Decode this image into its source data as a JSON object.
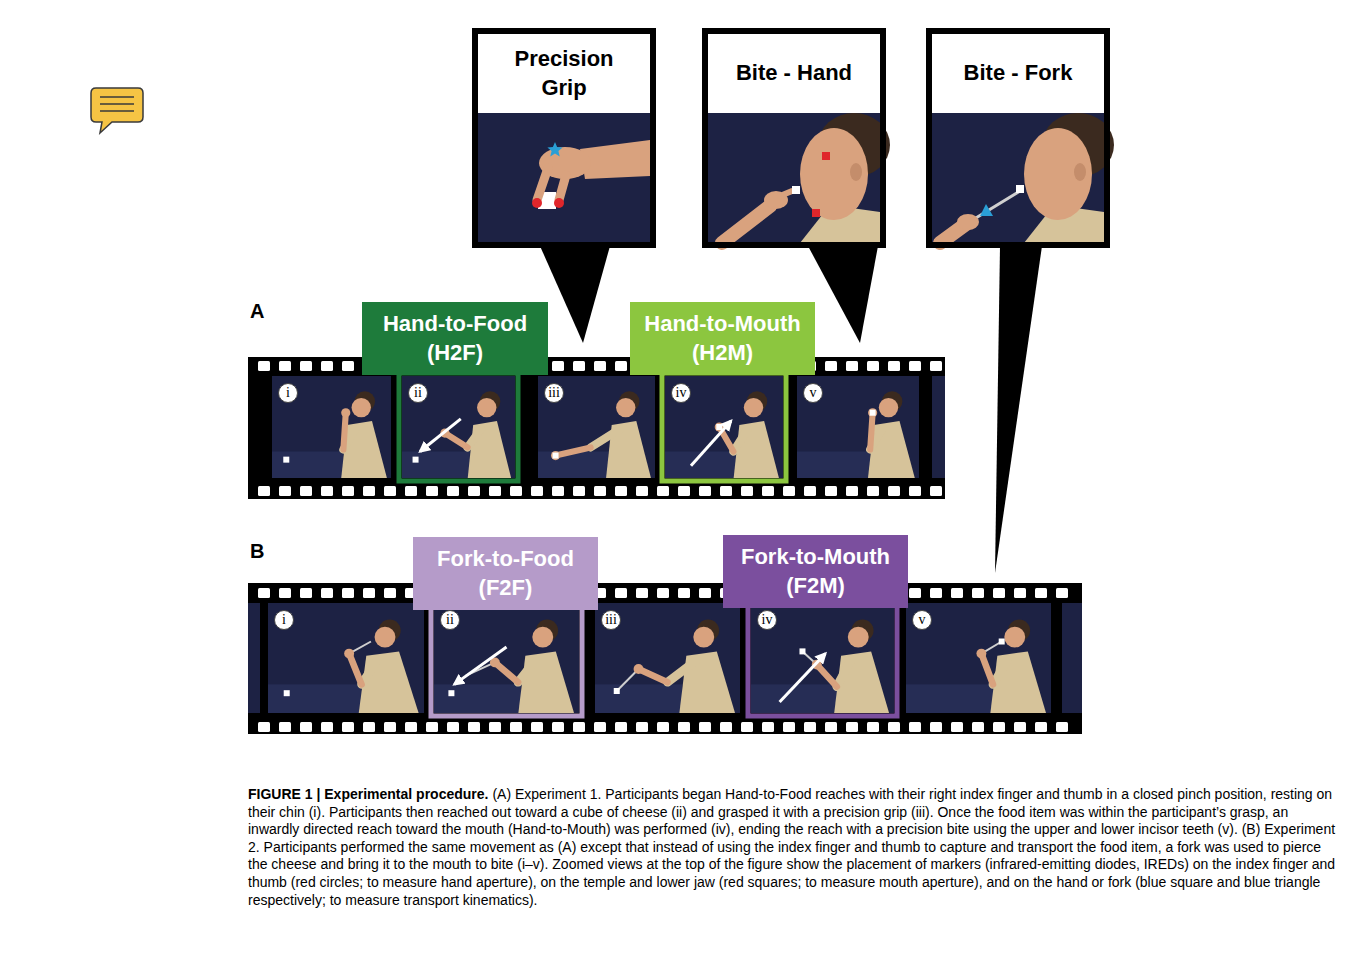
{
  "diagram": {
    "title": "FIGURE 1 | Experimental procedure.",
    "caption": "(A) Experiment 1. Participants began Hand-to-Food reaches with their right index finger and thumb in a closed pinch position, resting on their chin (i). Participants then reached out toward a cube of cheese (ii) and grasped it with a precision grip (iii). Once the food item was within the participant’s grasp, an inwardly directed reach toward the mouth (Hand-to-Mouth) was performed (iv), ending the reach with a precision bite using the upper and lower incisor teeth (v). (B) Experiment 2. Participants performed the same movement as (A) except that instead of using the index finger and thumb to capture and transport the food item, a fork was used to pierce the cheese and bring it to the mouth to bite (i–v). Zoomed views at the top of the figure show the placement of markers (infrared-emitting diodes, IREDs) on the index finger and thumb (red circles; to measure hand aperture), on the temple and lower jaw (red squares; to measure mouth aperture), and on the hand or fork (blue square and blue triangle respectively; to measure transport kinematics).",
    "nodes": [
      {
        "text": [
          "Precision Grip"
        ]
      },
      {
        "text": [
          "Bite - Hand"
        ]
      },
      {
        "text": [
          "Bite - Fork"
        ]
      },
      {
        "text": [
          "Hand-to-Food (H2F)"
        ]
      },
      {
        "text": [
          "Hand-to-Mouth (H2M)"
        ]
      },
      {
        "text": [
          "Fork-to-Food (F2F)"
        ]
      },
      {
        "text": [
          "Fork-to-Mouth (F2M)"
        ]
      }
    ],
    "labels": [
      "A",
      "i",
      "ii",
      "iii",
      "iv",
      "v",
      "B",
      "i",
      "ii",
      "iii",
      "iv",
      "v"
    ]
  }
}
